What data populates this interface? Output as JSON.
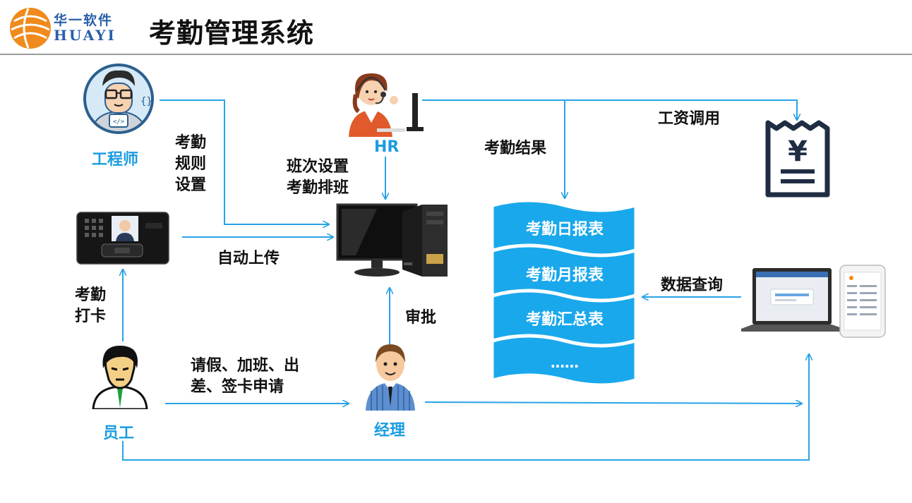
{
  "logo": {
    "cn": "华一软件",
    "en": "HUAYI"
  },
  "title": "考勤管理系统",
  "roles": {
    "engineer": "工程师",
    "hr": "HR",
    "employee": "员工",
    "manager": "经理"
  },
  "labels": {
    "rules": [
      "考勤",
      "规则",
      "设置"
    ],
    "shift": [
      "班次设置",
      "考勤排班"
    ],
    "auto_upload": "自动上传",
    "punch": [
      "考勤",
      "打卡"
    ],
    "approve": "审批",
    "leave_request": [
      "请假、加班、出",
      "差、签卡申请"
    ],
    "attendance_result": "考勤结果",
    "salary": "工资调用",
    "data_query": "数据查询"
  },
  "reports": [
    "考勤日报表",
    "考勤月报表",
    "考勤汇总表",
    "……"
  ],
  "salary_symbol": "¥",
  "colors": {
    "accent": "#1b9ce0",
    "line": "#29a3e6",
    "logo_orange": "#f08a1c",
    "title": "#111111"
  }
}
